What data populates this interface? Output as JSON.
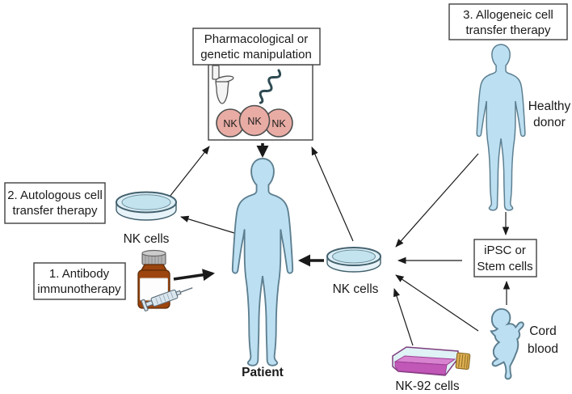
{
  "figure": {
    "background": "#ffffff",
    "boxes": {
      "pharma": {
        "line1": "Pharmacological or",
        "line2": "genetic manipulation"
      },
      "allogeneic": {
        "line1": "3. Allogeneic cell",
        "line2": "transfer therapy"
      },
      "autologous": {
        "line1": "2. Autologous cell",
        "line2": "transfer therapy"
      },
      "antibody": {
        "line1": "1. Antibody",
        "line2": "immunotherapy"
      },
      "ipsc": {
        "line1": "iPSC or",
        "line2": "Stem cells"
      }
    },
    "labels": {
      "nk_cells_left": "NK cells",
      "nk_cells_right": "NK cells",
      "patient": "Patient",
      "healthy_donor": {
        "line1": "Healthy",
        "line2": "donor"
      },
      "cord_blood": {
        "line1": "Cord",
        "line2": "blood"
      },
      "nk92_cells": "NK-92 cells",
      "nk_circle": "NK"
    },
    "colors": {
      "body_fill": "#bcdff2",
      "body_stroke": "#5d7f90",
      "nk_cell_fill": "#e9aca4",
      "nk_cell_stroke": "#4d4d4d",
      "dish_rim_fill": "#ddeff6",
      "dish_fluid_fill": "#c3e3ef",
      "dish_stroke": "#42606d",
      "ipsc_box_fill": "#f8e9c4",
      "flask_liquid": "#c158b8",
      "flask_liquid_top": "#d883cf",
      "flask_top": "#dff2f6",
      "flask_cap": "#e0b054",
      "vial_glass": "#9c450e",
      "box_border": "#404040",
      "arrow_color": "#1a1a1a",
      "text_color": "#1a1a1a"
    }
  }
}
